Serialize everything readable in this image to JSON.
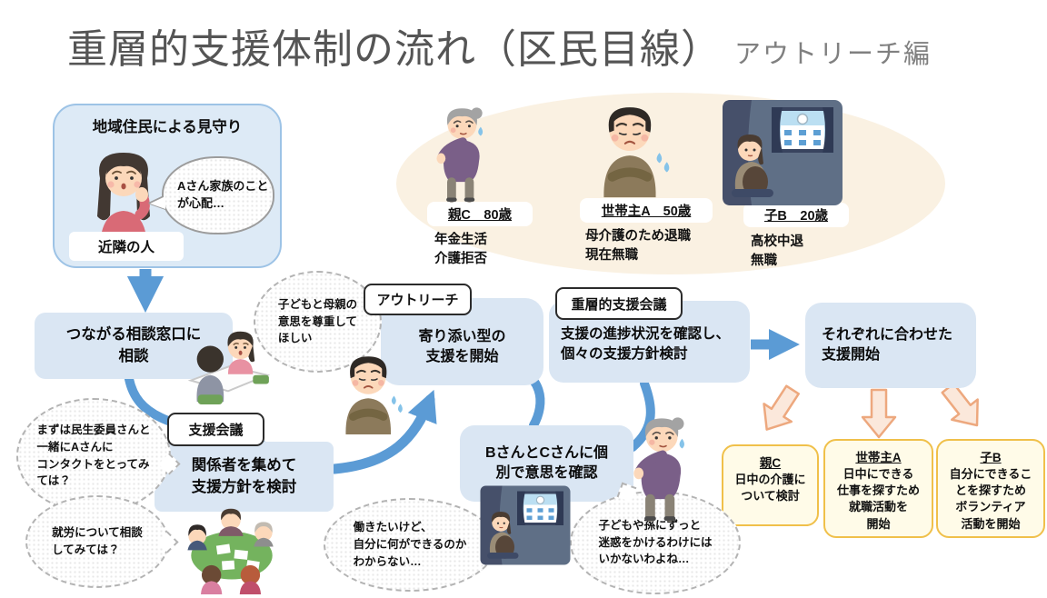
{
  "title": {
    "main": "重層的支援体制の流れ（区民目線）",
    "suffix": "アウトリーチ編"
  },
  "watch": {
    "heading": "地域住民による見守り",
    "bubble": "Aさん家族のこと\nが心配…",
    "person": "近隣の人"
  },
  "family": {
    "parent": {
      "name": "親C　80歳",
      "desc": "年金生活\n介護拒否"
    },
    "householder": {
      "name": "世帯主A　50歳",
      "desc": "母介護のため退職\n現在無職"
    },
    "child": {
      "name": "子B　20歳",
      "desc": "高校中退\n無職"
    }
  },
  "flow": {
    "consult": "つながる相談窓口に\n相談",
    "meeting_label": "支援会議",
    "gather": "関係者を集めて\n支援方針を検討",
    "outreach_label": "アウトリーチ",
    "accompany": "寄り添い型の\n支援を開始",
    "confirm": "BさんとCさんに個\n別で意思を確認",
    "layered_label": "重層的支援会議",
    "progress": "支援の進捗状況を確認し、\n個々の支援方針検討",
    "start": "それぞれに合わせた\n支援開始"
  },
  "bubbles": {
    "contact": "まずは民生委員さんと\n一緒にAさんに\nコンタクトをとってみ\nては？",
    "work_consult": "就労について相談\nしてみては？",
    "respect": "子どもと母親の\n意思を尊重して\nほしい",
    "want_work": "働きたいけど、\n自分に何ができるのか\nわからない…",
    "burden": "子どもや孫にずっと\n迷惑をかけるわけには\nいかないわよね…"
  },
  "outcomes": {
    "parent": {
      "name": "親C",
      "desc": "日中の介護に\nついて検討"
    },
    "householder": {
      "name": "世帯主A",
      "desc": "日中にできる\n仕事を探すため\n就職活動を\n開始"
    },
    "child": {
      "name": "子B",
      "desc": "自分にできるこ\nとを探すため\nボランティア\n活動を開始"
    }
  },
  "colors": {
    "flow_box_blue": "#DAE6F3",
    "watch_box_border": "#9DC3E6",
    "arrow_blue": "#5B9BD5",
    "family_ellipse_cream": "#FAF1E2",
    "outcome_bg": "#FFFBE8",
    "outcome_border": "#F0C04A",
    "peach_arrow_fill": "#FBE8DB",
    "peach_arrow_stroke": "#EDA87E",
    "title_gray": "#555555"
  }
}
